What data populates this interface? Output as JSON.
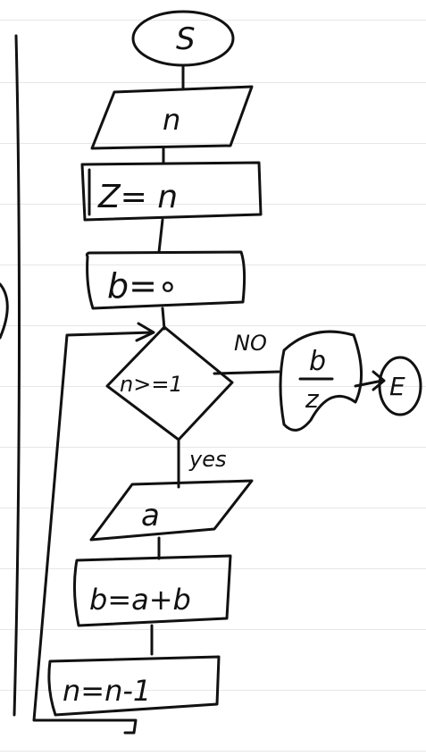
{
  "nodes": {
    "start": "S",
    "input_n": "n",
    "assign_z": "Z= n",
    "assign_b": "b=∘",
    "condition": "n>=1",
    "output_numerator": "b",
    "output_denominator": "z",
    "end": "E",
    "input_a": "a",
    "assign_b_sum": "b=a+b",
    "decrement_n": "n=n-1"
  },
  "edges": {
    "no_label": "NO",
    "yes_label": "yes"
  }
}
